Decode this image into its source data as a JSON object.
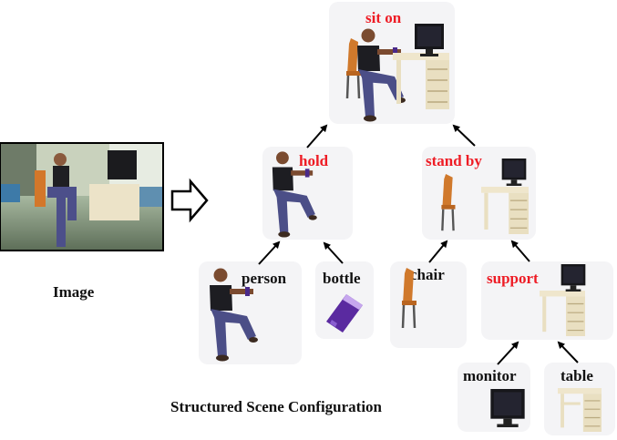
{
  "image_caption": "Image",
  "scene_caption": "Structured Scene Configuration",
  "relations": {
    "sit_on": "sit on",
    "hold": "hold",
    "stand_by": "stand by",
    "support": "support"
  },
  "objects": {
    "person": "person",
    "bottle": "bottle",
    "chair": "chair",
    "monitor": "monitor",
    "table": "table"
  },
  "colors": {
    "relation_label": "#ee1c25",
    "object_label": "#111111",
    "node_background": "#f4f4f6"
  },
  "icons": [
    "person-icon",
    "bottle-icon",
    "chair-icon",
    "monitor-icon",
    "table-icon",
    "hollow-arrow-icon",
    "photo-thumbnail"
  ]
}
